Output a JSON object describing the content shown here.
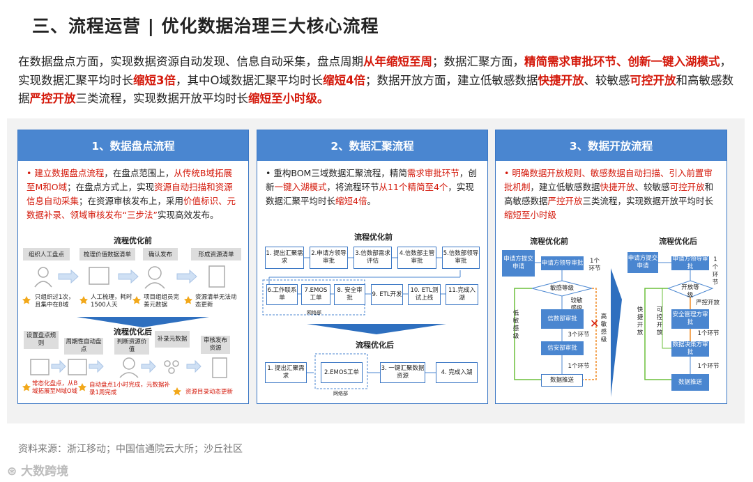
{
  "title": "三、流程运营 | 优化数据治理三大核心流程",
  "intro": [
    {
      "t": "在数据盘点方面，实现数据资源自动发现、信息自动采集，盘点周期",
      "r": false
    },
    {
      "t": "从年缩短至周",
      "r": true
    },
    {
      "t": "；数据汇聚方面，",
      "r": false
    },
    {
      "t": "精简需求审批环节、创新一键入湖模式",
      "r": true
    },
    {
      "t": "，实现数据汇聚平均时长",
      "r": false
    },
    {
      "t": "缩短3倍",
      "r": true
    },
    {
      "t": "，其中O域数据汇聚平均时长",
      "r": false
    },
    {
      "t": "缩短4倍",
      "r": true
    },
    {
      "t": "；数据开放方面，建立低敏感数据",
      "r": false
    },
    {
      "t": "快捷开放",
      "r": true
    },
    {
      "t": "、较敏感",
      "r": false
    },
    {
      "t": "可控开放",
      "r": true
    },
    {
      "t": "和高敏感数据",
      "r": false
    },
    {
      "t": "严控开放",
      "r": true
    },
    {
      "t": "三类流程，实现数据开放平均时长",
      "r": false
    },
    {
      "t": "缩短至小时级。",
      "r": true
    }
  ],
  "panel1": {
    "header": "1、数据盘点流程",
    "text": [
      {
        "t": "• 建立数据盘点流程",
        "r": true
      },
      {
        "t": "，在盘点范围上，",
        "r": false
      },
      {
        "t": "从传统B域拓展至M和O域",
        "r": true
      },
      {
        "t": "；在盘点方式上，实现",
        "r": false
      },
      {
        "t": "资源自动扫描和资源信息自动采集",
        "r": true
      },
      {
        "t": "；在资源审核发布上，采用",
        "r": false
      },
      {
        "t": "价值标识、元数据补录、领域审核发布“三步法”",
        "r": true
      },
      {
        "t": "实现高效发布。",
        "r": false
      }
    ],
    "before_title": "流程优化前",
    "before_steps": [
      "组织人工盘点",
      "梳理价值数据清单",
      "确认发布",
      "形成资源清单"
    ],
    "before_notes": [
      "只组织过1次，且集中在B域",
      "人工梳理，耗时1500人天",
      "项目组组员完善元数据",
      "资源清单无法动态更新"
    ],
    "after_title": "流程优化后",
    "after_steps": [
      "设置盘点规则",
      "周期性自动盘点",
      "判断资源价值",
      "补录元数据",
      "审核发布资源"
    ],
    "after_notes": [
      "常态化盘点，从B域拓展至M域O域",
      "自动盘点1小时完成，元数据补录1周完成",
      "资源目录动态更新"
    ]
  },
  "panel2": {
    "header": "2、数据汇聚流程",
    "text": [
      {
        "t": "• 重构BOM三域数据汇聚流程，精简",
        "r": false
      },
      {
        "t": "需求审批环节",
        "r": true
      },
      {
        "t": "，创新",
        "r": false
      },
      {
        "t": "一键入湖模式",
        "r": true
      },
      {
        "t": "，将流程环节",
        "r": false
      },
      {
        "t": "从11个精简至4个",
        "r": true
      },
      {
        "t": "，实现数据汇聚平均时长",
        "r": false
      },
      {
        "t": "缩短4倍",
        "r": true
      },
      {
        "t": "。",
        "r": false
      }
    ],
    "before_title": "流程优化前",
    "before_row1": [
      "1. 提出汇聚需求",
      "2.申请方领导审批",
      "3.信数部需求评估",
      "4.信数部主管审批",
      "5.信数部领导审批"
    ],
    "before_row2": [
      "6.工作联系单",
      "7.EMOS工单",
      "8. 安全审批",
      "9. ETL开发",
      "10. ETL测试上线",
      "11.完成入湖"
    ],
    "dept_label": "网络部",
    "after_title": "流程优化后",
    "after_steps": [
      "1. 提出汇聚需求",
      "2.EMOS工单",
      "3. 一键汇聚数据资源",
      "4. 完成入湖"
    ]
  },
  "panel3": {
    "header": "3、数据开放流程",
    "text": [
      {
        "t": "• 明确数据开放规则、敏感数据自动扫描、引入前置审批机制",
        "r": true
      },
      {
        "t": "，建立低敏感数据",
        "r": false
      },
      {
        "t": "快捷开放",
        "r": true
      },
      {
        "t": "、较敏感",
        "r": false
      },
      {
        "t": "可控开放",
        "r": true
      },
      {
        "t": "和高敏感数据",
        "r": false
      },
      {
        "t": "严控开放",
        "r": true
      },
      {
        "t": "三类流程，实现数据开放平均时长",
        "r": false
      },
      {
        "t": "缩短至小时级",
        "r": true
      }
    ],
    "before": {
      "title": "流程优化前",
      "start": "申请方提交申请",
      "step1": "申请方领导审批",
      "diamond": "敏感等级",
      "low": "低敏感级",
      "mid": "较敏感级",
      "high": "高敏感级",
      "step2": "信数部审批",
      "step3": "信安部审批",
      "step4": "数据推送",
      "n1": "1个环节",
      "n3": "3个环节",
      "n1b": "1个环节"
    },
    "after": {
      "title": "流程优化后",
      "start": "申请方提交申请",
      "step1": "申请方领导审批",
      "diamond": "开放等级",
      "fast": "快捷开放",
      "control": "可控开放",
      "strict": "严控开放",
      "step2": "安全管理方审批",
      "step3": "数据决策方审批",
      "step4": "数据推送",
      "n1": "1个环节",
      "n1b": "1个环节",
      "n1c": "1个环节"
    }
  },
  "source": "资料来源：浙江移动；中国信通院云大所；沙丘社区",
  "logo": "大数跨境"
}
